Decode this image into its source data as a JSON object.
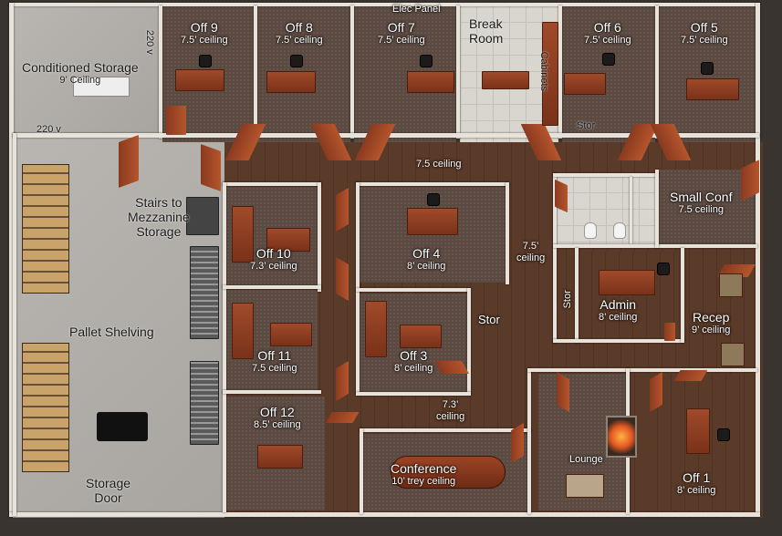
{
  "rooms": {
    "off9": {
      "name": "Off 9",
      "ceiling": "7.5’ ceiling"
    },
    "off8": {
      "name": "Off 8",
      "ceiling": "7.5’ ceiling"
    },
    "off7": {
      "name": "Off 7",
      "ceiling": "7.5’ ceiling"
    },
    "break": {
      "name": "Break",
      "name2": "Room"
    },
    "off6": {
      "name": "Off 6",
      "ceiling": "7.5’ ceiling"
    },
    "off5": {
      "name": "Off 5",
      "ceiling": "7.5’ ceiling"
    },
    "cond_storage": {
      "name": "Conditioned Storage",
      "ceiling": "9’ Ceiling"
    },
    "small_conf": {
      "name": "Small Conf",
      "ceiling": "7.5 ceiling"
    },
    "off10": {
      "name": "Off 10",
      "ceiling": "7.3’ ceiling"
    },
    "off4": {
      "name": "Off 4",
      "ceiling": "8’ ceiling"
    },
    "admin": {
      "name": "Admin",
      "ceiling": "8’ ceiling"
    },
    "recep": {
      "name": "Recep",
      "ceiling": "9’ ceiling"
    },
    "off11": {
      "name": "Off 11",
      "ceiling": "7.5 ceiling"
    },
    "off3": {
      "name": "Off 3",
      "ceiling": "8’ ceiling"
    },
    "off12": {
      "name": "Off 12",
      "ceiling": "8.5’ ceiling"
    },
    "conference": {
      "name": "Conference",
      "ceiling": "10’ trey ceiling"
    },
    "lounge": {
      "name": "Lounge"
    },
    "off1": {
      "name": "Off 1",
      "ceiling": "8’ ceiling"
    }
  },
  "labels": {
    "elec_panel": "Elec Panel",
    "v220_top": "220 v",
    "v220_left": "220 v",
    "cabinets": "Cabinets",
    "stor_top": "Stor",
    "stor_mid": "Stor",
    "stor_admin": "Stor",
    "corridor_ceiling_top": "7.5 ceiling",
    "corridor_ceiling_mid1": "7.5’",
    "corridor_ceiling_mid2": "ceiling",
    "corridor_ceiling_low1": "7.3’",
    "corridor_ceiling_low2": "ceiling",
    "stairs1": "Stairs to",
    "stairs2": "Mezzanine",
    "stairs3": "Storage",
    "pallet_shelving": "Pallet Shelving",
    "storage_door1": "Storage",
    "storage_door2": "Door"
  }
}
